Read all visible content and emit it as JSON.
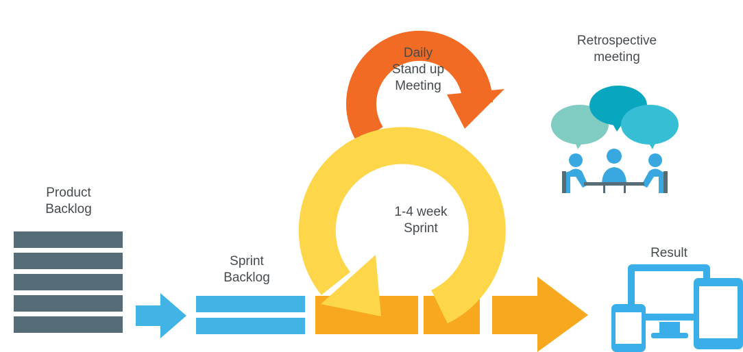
{
  "labels": {
    "product_backlog": [
      "Product",
      "Backlog"
    ],
    "sprint_backlog": [
      "Sprint",
      "Backlog"
    ],
    "daily_standup": [
      "Daily",
      "Stand up",
      "Meeting"
    ],
    "sprint": [
      "1-4 week",
      "Sprint"
    ],
    "retrospective": [
      "Retrospective",
      "meeting"
    ],
    "result": "Result"
  },
  "icons": {
    "product_backlog": "stacked-bars-icon",
    "sprint_backlog": "double-bar-icon",
    "flow_arrow": "right-arrow-icon",
    "daily_cycle": "circular-arrow-icon",
    "sprint_cycle": "circular-arrow-icon",
    "retrospective": "people-meeting-icon",
    "result": "devices-icon"
  },
  "colors": {
    "product_backlog": "#566c76",
    "sprint_backlog": "#42b3e5",
    "daily_cycle": "#f26b24",
    "sprint_cycle": "#fdd64a",
    "output_arrow": "#f7a81e",
    "devices": "#39aee8",
    "bubble_left": "#80ccc2",
    "bubble_mid": "#08a7bf",
    "bubble_right": "#36bfd4",
    "people": "#3aa8e0",
    "table": "#566c76",
    "text": "#444b4f"
  }
}
